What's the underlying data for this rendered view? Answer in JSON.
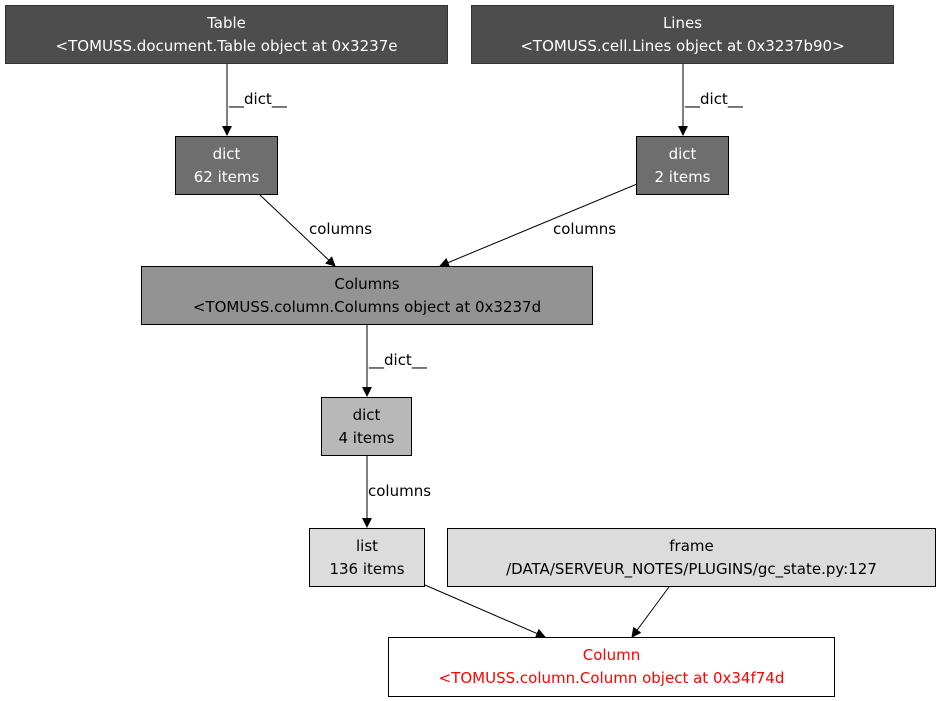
{
  "diagram": {
    "type": "object reference graph",
    "nodes": {
      "table": {
        "title": "Table",
        "detail": "<TOMUSS.document.Table object at 0x3237e",
        "fill": "#4d4d4d",
        "text_color": "#ffffff"
      },
      "lines": {
        "title": "Lines",
        "detail": "<TOMUSS.cell.Lines object at 0x3237b90>",
        "fill": "#4d4d4d",
        "text_color": "#ffffff"
      },
      "dict62": {
        "title": "dict",
        "detail": "62 items",
        "fill": "#6e6e6e",
        "text_color": "#ffffff"
      },
      "dict2": {
        "title": "dict",
        "detail": "2 items",
        "fill": "#6e6e6e",
        "text_color": "#ffffff"
      },
      "columns": {
        "title": "Columns",
        "detail": "<TOMUSS.column.Columns object at 0x3237d",
        "fill": "#939393",
        "text_color": "#000000"
      },
      "dict4": {
        "title": "dict",
        "detail": "4 items",
        "fill": "#b8b8b8",
        "text_color": "#000000"
      },
      "list136": {
        "title": "list",
        "detail": "136 items",
        "fill": "#dcdcdc",
        "text_color": "#000000"
      },
      "frame": {
        "title": "frame",
        "detail": "/DATA/SERVEUR_NOTES/PLUGINS/gc_state.py:127",
        "fill": "#dcdcdc",
        "text_color": "#000000"
      },
      "column": {
        "title": "Column",
        "detail": "<TOMUSS.column.Column object at 0x34f74d",
        "fill": "#ffffff",
        "text_color": "#ff0000"
      }
    },
    "edges": [
      {
        "from": "table",
        "to": "dict62",
        "label": "__dict__"
      },
      {
        "from": "lines",
        "to": "dict2",
        "label": "__dict__"
      },
      {
        "from": "dict62",
        "to": "columns",
        "label": "columns"
      },
      {
        "from": "dict2",
        "to": "columns",
        "label": "columns"
      },
      {
        "from": "columns",
        "to": "dict4",
        "label": "__dict__"
      },
      {
        "from": "dict4",
        "to": "list136",
        "label": "columns"
      },
      {
        "from": "list136",
        "to": "column",
        "label": ""
      },
      {
        "from": "frame",
        "to": "column",
        "label": ""
      }
    ]
  }
}
